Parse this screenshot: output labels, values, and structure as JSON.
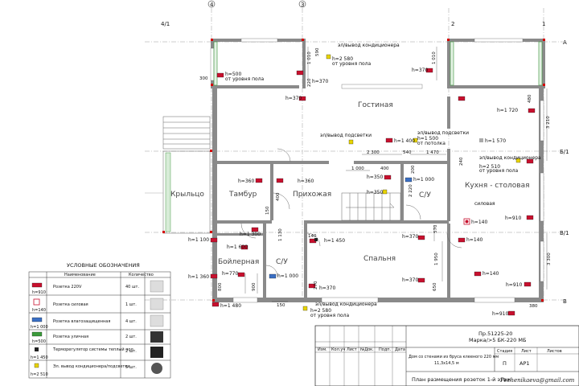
{
  "axes": {
    "top": [
      "4",
      "3",
      "2",
      "1"
    ],
    "topLeft": "4/1",
    "right": [
      "А",
      "Б/1",
      "В/1",
      "В"
    ]
  },
  "rooms": {
    "living": "Гостиная",
    "kitchen": "Кухня - столовая",
    "porch": "Крыльцо",
    "vestibule": "Тамбур",
    "hall": "Прихожая",
    "bath1": "С/У",
    "boiler": "Бойлерная",
    "bath2": "С/У",
    "bedroom": "Спальня",
    "power": "силовая"
  },
  "annotations": {
    "ac_top": "эл/вывод кондиционера",
    "h2580_top": "h=2 580",
    "floor_top": "от уровня пола",
    "h370_a": "h=370",
    "h370_b": "h=370",
    "h500": "h=500",
    "floor_500": "от уровня пола",
    "h370_living": "h=370",
    "h1720": "h=1 720",
    "light_1": "эл/вывод подсветки",
    "h1400": "h=1 400",
    "light_2": "эл/вывод подсветки",
    "h1500": "h=1 500",
    "ceiling": "от потолка",
    "h1570": "h=1 570",
    "ac_right": "эл/вывод кондиционера",
    "h2510": "h=2 510",
    "floor_right": "от уровня пола",
    "h360a": "h=360",
    "h360b": "h=360",
    "h350a": "h=350",
    "h1000a": "h=1 000",
    "h350b": "h=350",
    "h910_right": "h=910",
    "h140a": "h=140",
    "h140b": "h=140",
    "h1100": "h=1 100",
    "h1300": "h=1 300",
    "h370_c": "h=370",
    "h1450": "h=1 450",
    "h1600": "h=1 600",
    "h140c": "h=140",
    "h1360": "h=1 360",
    "h770": "h=770",
    "h1000b": "h=1 000",
    "h370_d": "h=370",
    "h370_e": "h=370",
    "h910b": "h=910",
    "h1480": "h=1 480",
    "ac_bottom": "эл/вывод кондиционера",
    "h2580_bottom": "h=2 580",
    "floor_bottom": "от уровня пола",
    "h910c": "h=910"
  },
  "dims": {
    "d300": "300",
    "d1010a": "1 010",
    "d590": "590",
    "d220": "220",
    "d1010b": "1 010",
    "d480": "480",
    "d3210": "3 210",
    "d2300": "2 300",
    "d540": "540",
    "d1470": "1 470",
    "d240": "240",
    "d1000": "1 000",
    "d400a": "400",
    "d200": "200",
    "d2220": "2 220",
    "d400b": "400",
    "d150": "150",
    "d1130": "1 130",
    "d140": "140",
    "d570": "570",
    "d1950": "1 950",
    "d3300": "3 300",
    "d800": "800",
    "d900": "900",
    "d650": "650",
    "d270": "270",
    "d150b": "150",
    "d380": "380"
  },
  "legend": {
    "title": "УСЛОВНЫЕ ОБОЗНАЧЕНИЯ",
    "col_name": "Наименование",
    "col_qty": "Количество",
    "rows": [
      {
        "name": "Розетка 220V",
        "qty": "40 шт.",
        "h": "h=910"
      },
      {
        "name": "Розетка силовая",
        "qty": "1 шт.",
        "h": "h=140"
      },
      {
        "name": "Розетка влагозащищенная",
        "qty": "4 шт.",
        "h": "h=1 000"
      },
      {
        "name": "Розетка уличная",
        "qty": "2 шт.",
        "h": "h=500"
      },
      {
        "name": "Терморегулятор системы теплый пол",
        "qty": "2 шт.",
        "h": "h=1 450"
      },
      {
        "name": "Эл. вывод кондиционера/подсветки",
        "qty": "5 шт.",
        "h": "h=2 510"
      }
    ]
  },
  "titleblock": {
    "code": "Пр.51225-20",
    "mark": "Марка/>5 БК-220 МБ",
    "cols": [
      "Изм.",
      "Кол.уч",
      "Лист",
      "№Док.",
      "Подп.",
      "Дата"
    ],
    "desc": "Дом со стенами из бруса клееного 220 мм",
    "size": "11,3х14,5 м",
    "stage_h": "Стадия",
    "sheet_h": "Лист",
    "sheets_h": "Листов",
    "stage": "П",
    "sheet": "АР1",
    "plan_title": "План размещения розеток 1-й этаж",
    "signature": "Pechenikaeva@gmail.com"
  },
  "colors": {
    "wall": "#8a8a8a",
    "socket_red": "#c8102e",
    "socket_blue": "#3a6fc4",
    "socket_green": "#3a9a3a",
    "output_yellow": "#e8d400",
    "window_red": "#d40000"
  }
}
